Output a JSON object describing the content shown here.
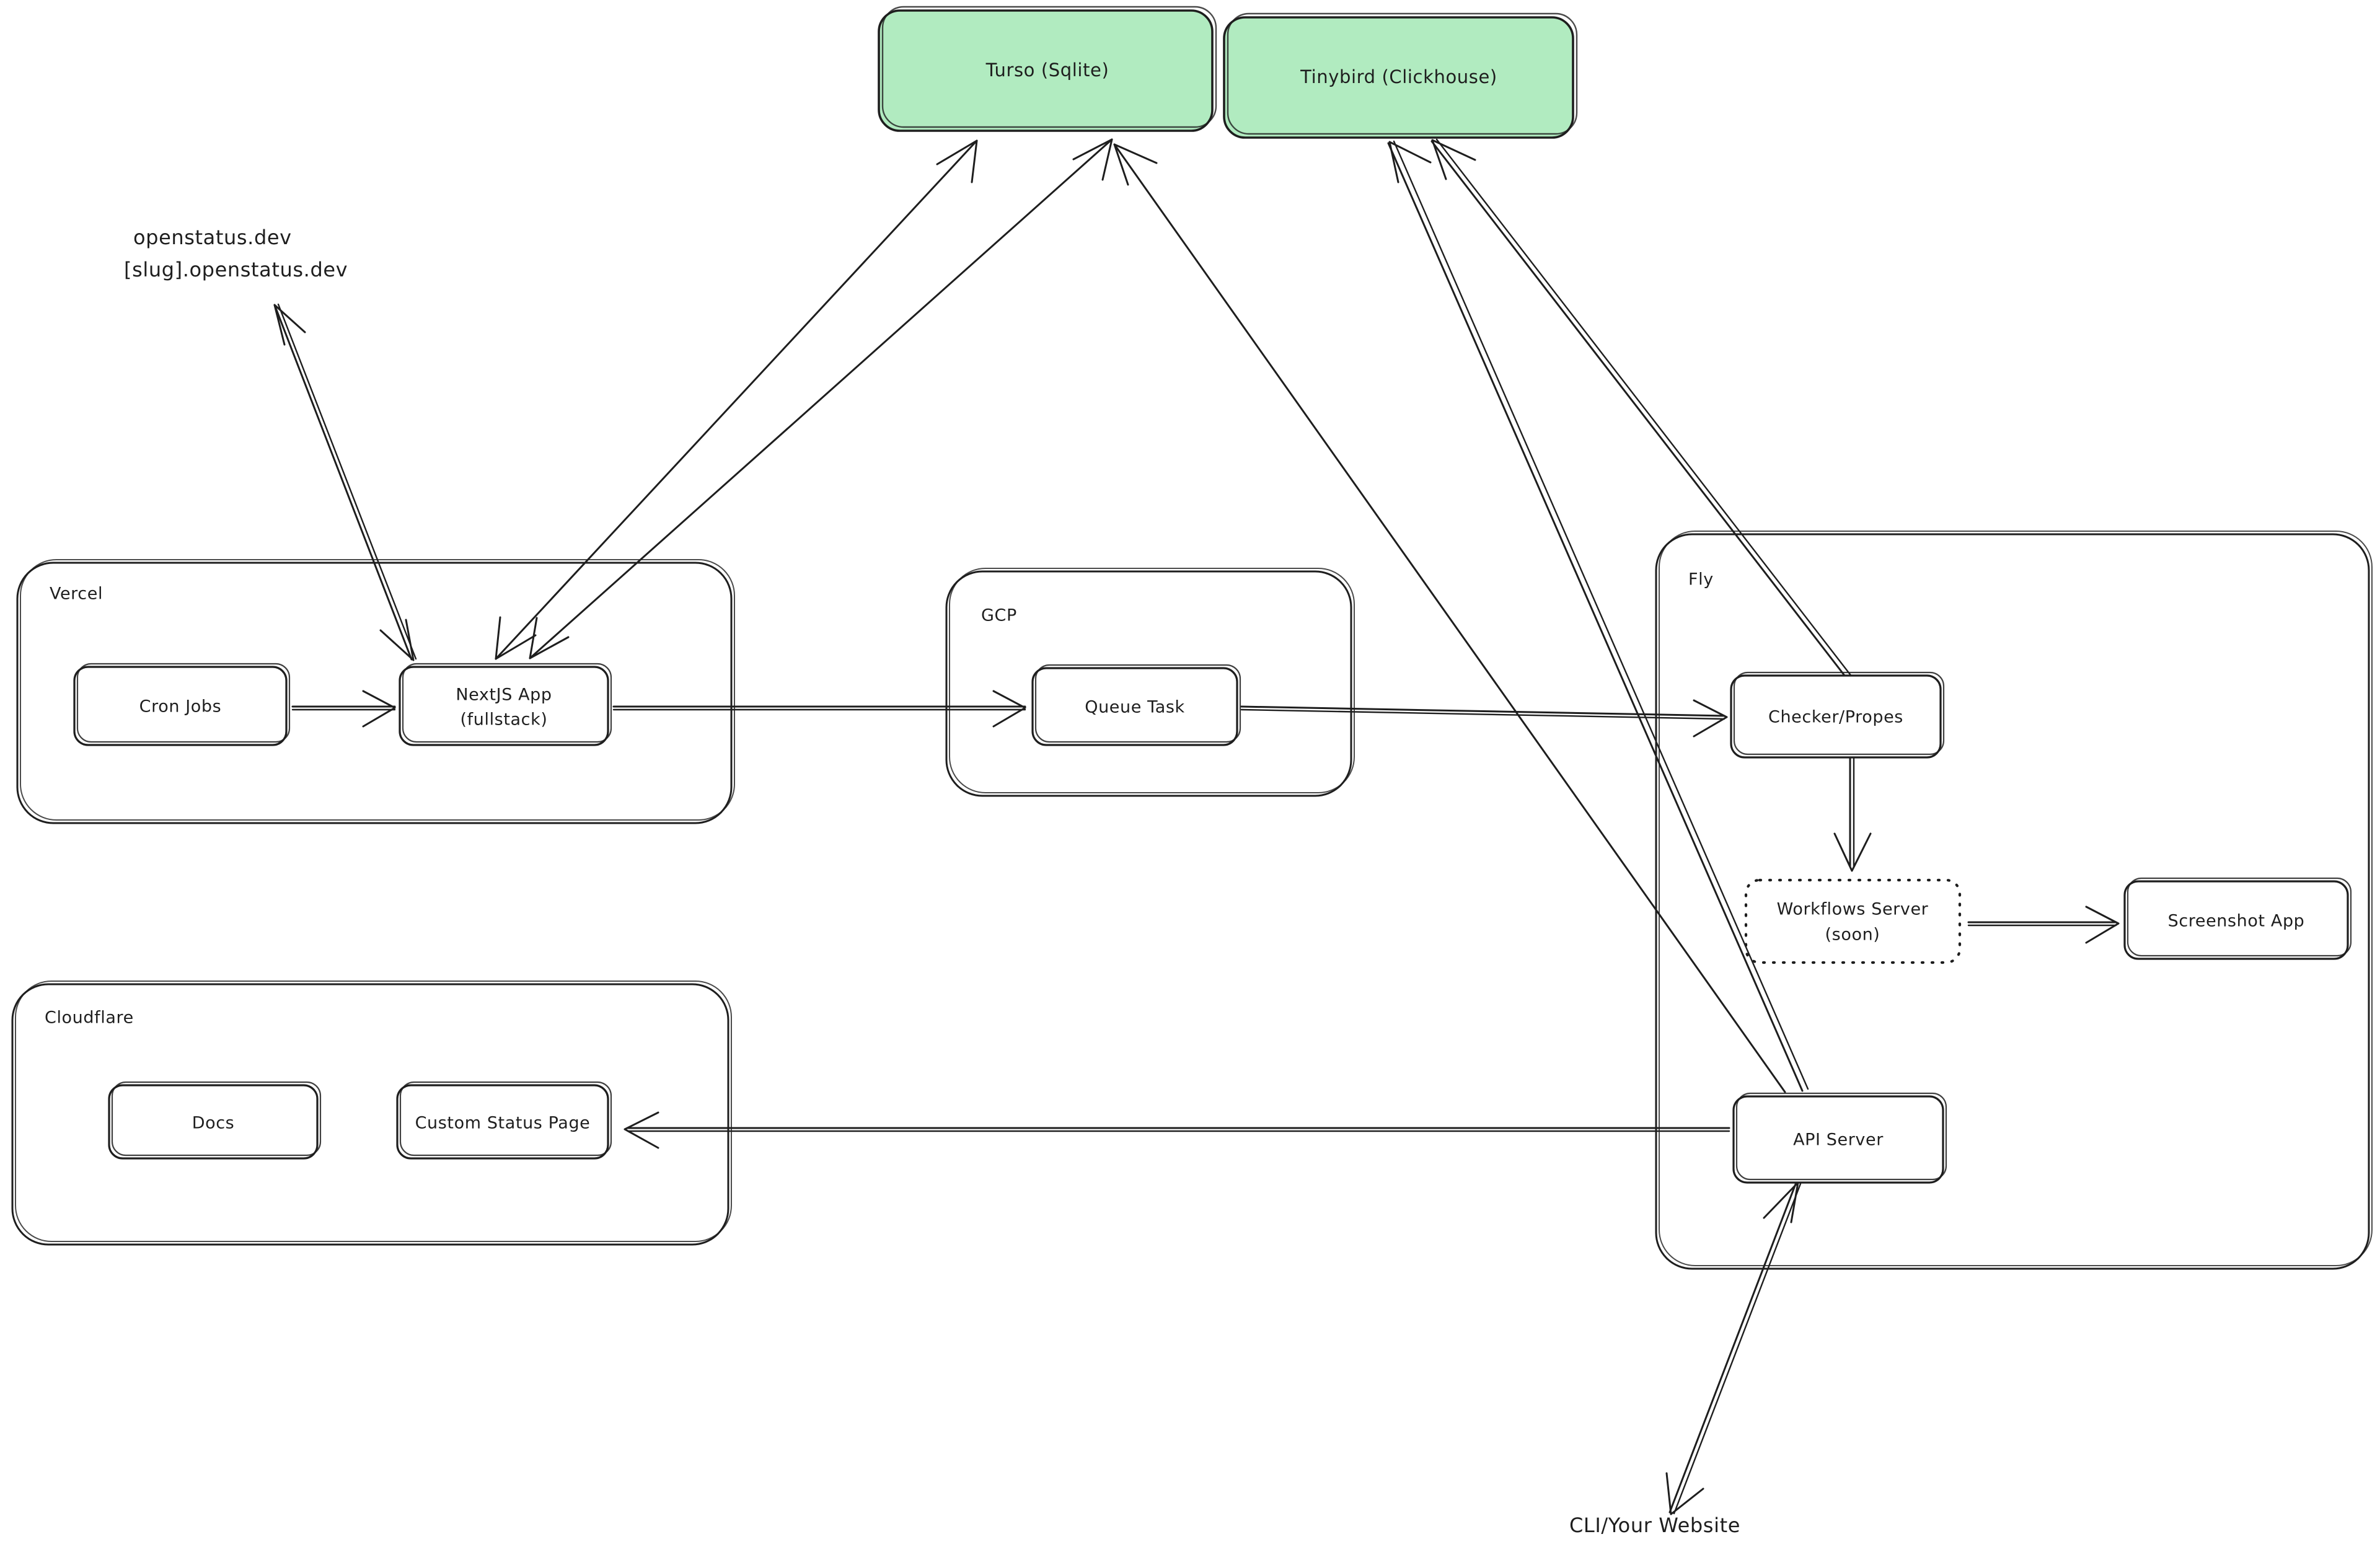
{
  "diagram": {
    "title": "OpenStatus infrastructure architecture",
    "background": "#ffffff",
    "ink": "#1e1e1e",
    "accent_green": "#b1ebc0"
  },
  "free_labels": [
    {
      "id": "domain-line-1",
      "text": "openstatus.dev"
    },
    {
      "id": "domain-line-2",
      "text": "[slug].openstatus.dev"
    },
    {
      "id": "cli-website",
      "text": "CLI/Your Website"
    }
  ],
  "datastores": [
    {
      "id": "turso",
      "label": "Turso (Sqlite)",
      "color": "#b1ebc0"
    },
    {
      "id": "tinybird",
      "label": "Tinybird (Clickhouse)",
      "color": "#b1ebc0"
    }
  ],
  "groups": [
    {
      "id": "vercel",
      "label": "Vercel",
      "nodes": [
        {
          "id": "cron-jobs",
          "label": "Cron Jobs",
          "style": "solid"
        },
        {
          "id": "nextjs-app",
          "label": "NextJS App",
          "label2": "(fullstack)",
          "style": "solid"
        }
      ]
    },
    {
      "id": "gcp",
      "label": "GCP",
      "nodes": [
        {
          "id": "queue-task",
          "label": "Queue Task",
          "style": "solid"
        }
      ]
    },
    {
      "id": "fly",
      "label": "Fly",
      "nodes": [
        {
          "id": "checker-probes",
          "label": "Checker/Propes",
          "style": "solid"
        },
        {
          "id": "workflows-server",
          "label": "Workflows Server",
          "label2": "(soon)",
          "style": "dashed"
        },
        {
          "id": "screenshot-app",
          "label": "Screenshot App",
          "style": "solid"
        },
        {
          "id": "api-server",
          "label": "API Server",
          "style": "solid"
        }
      ]
    },
    {
      "id": "cloudflare",
      "label": "Cloudflare",
      "nodes": [
        {
          "id": "docs",
          "label": "Docs",
          "style": "solid"
        },
        {
          "id": "custom-status-page",
          "label": "Custom Status Page",
          "style": "solid"
        }
      ]
    }
  ],
  "edges": [
    {
      "id": "e-domain-nextjs",
      "from": "domain-label",
      "to": "nextjs-app",
      "direction": "both"
    },
    {
      "id": "e-nextjs-turso",
      "from": "nextjs-app",
      "to": "turso",
      "direction": "both"
    },
    {
      "id": "e-nextjs-tinybird",
      "from": "nextjs-app",
      "to": "tinybird",
      "direction": "both"
    },
    {
      "id": "e-cron-nextjs",
      "from": "cron-jobs",
      "to": "nextjs-app",
      "direction": "forward"
    },
    {
      "id": "e-nextjs-queue",
      "from": "nextjs-app",
      "to": "queue-task",
      "direction": "forward"
    },
    {
      "id": "e-queue-checker",
      "from": "queue-task",
      "to": "checker-probes",
      "direction": "forward"
    },
    {
      "id": "e-checker-tinybird",
      "from": "checker-probes",
      "to": "tinybird",
      "direction": "forward"
    },
    {
      "id": "e-checker-workflows",
      "from": "checker-probes",
      "to": "workflows-server",
      "direction": "forward"
    },
    {
      "id": "e-workflows-screenshot",
      "from": "workflows-server",
      "to": "screenshot-app",
      "direction": "forward"
    },
    {
      "id": "e-api-turso",
      "from": "api-server",
      "to": "turso",
      "direction": "forward"
    },
    {
      "id": "e-api-tinybird",
      "from": "api-server",
      "to": "tinybird",
      "direction": "forward"
    },
    {
      "id": "e-api-status-page",
      "from": "api-server",
      "to": "custom-status-page",
      "direction": "forward"
    },
    {
      "id": "e-cli-api",
      "from": "cli-website",
      "to": "api-server",
      "direction": "both"
    }
  ]
}
